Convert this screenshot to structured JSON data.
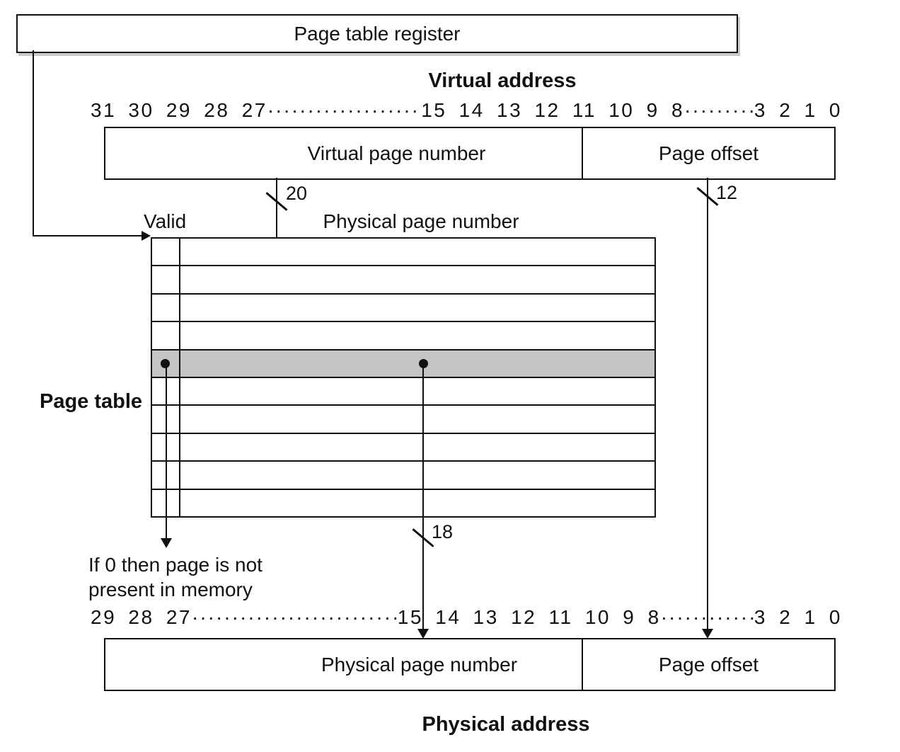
{
  "register": {
    "label": "Page table register"
  },
  "virtual_address": {
    "title": "Virtual address",
    "bits_left": "31 30 29 28 27",
    "bits_mid": "15 14 13 12 11 10 9 8",
    "bits_right": "3 2 1 0",
    "field_page_number": "Virtual page number",
    "field_page_offset": "Page offset"
  },
  "physical_address": {
    "title": "Physical address",
    "bits_left": "29 28 27",
    "bits_mid": "15 14 13 12 11 10 9 8",
    "bits_right": "3 2 1 0",
    "field_page_number": "Physical page number",
    "field_page_offset": "Page offset"
  },
  "bus_widths": {
    "virtual_page_number_bits": "20",
    "page_offset_bits": "12",
    "physical_page_number_bits": "18"
  },
  "page_table": {
    "label": "Page table",
    "valid_header": "Valid",
    "ppn_header": "Physical page number",
    "row_count": 10,
    "highlighted_row": 5,
    "note_line1": "If 0 then page is not",
    "note_line2": "present in memory"
  },
  "leaders": {
    "long": "····················································",
    "short": "··························"
  },
  "colors": {
    "highlight": "#c5c5c5",
    "line": "#111111"
  }
}
